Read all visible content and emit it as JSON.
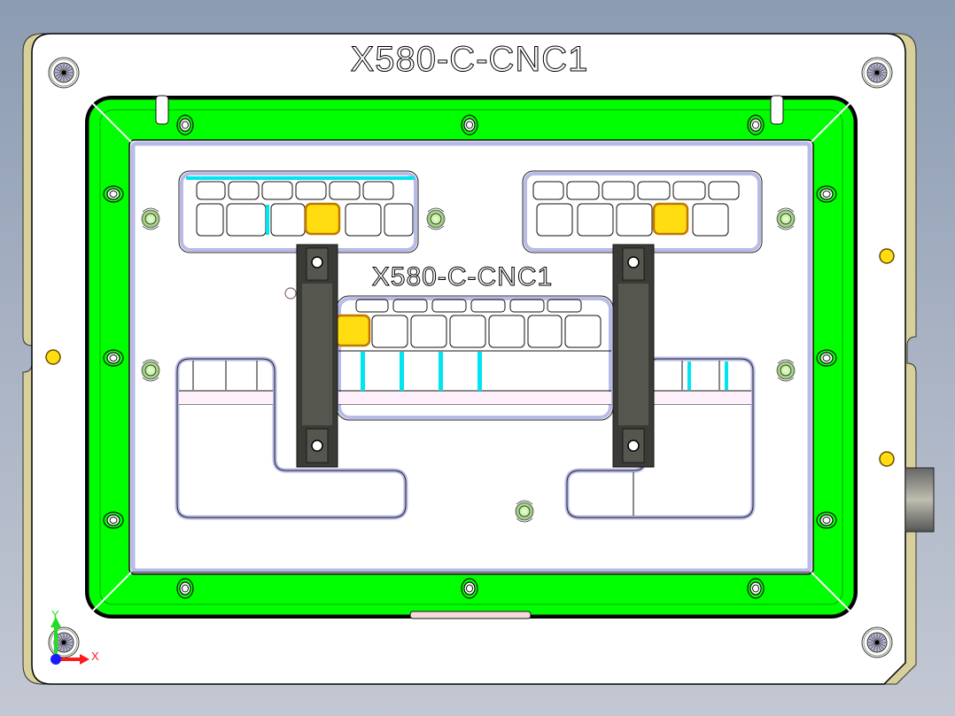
{
  "viewport": {
    "background_top": "#8c9cb2",
    "background_bottom": "#c3c8d3"
  },
  "part": {
    "top_label": "X580-C-CNC1",
    "center_label": "X580-C-CNC1",
    "colors": {
      "plate": "#ffffff",
      "plate_edge": "#d8d09a",
      "frame": "#00ff00",
      "pocket_rim": "#b8bae8",
      "highlight_cyan": "#00e5f0",
      "locator_yellow": "#ffdd11",
      "clamp": "#55574f",
      "pin": "#c8eea0"
    }
  },
  "triad": {
    "x_label": "X",
    "y_label": "Y",
    "x_color": "#ff1a1a",
    "y_color": "#22dd22",
    "origin_color": "#1a1aff"
  }
}
